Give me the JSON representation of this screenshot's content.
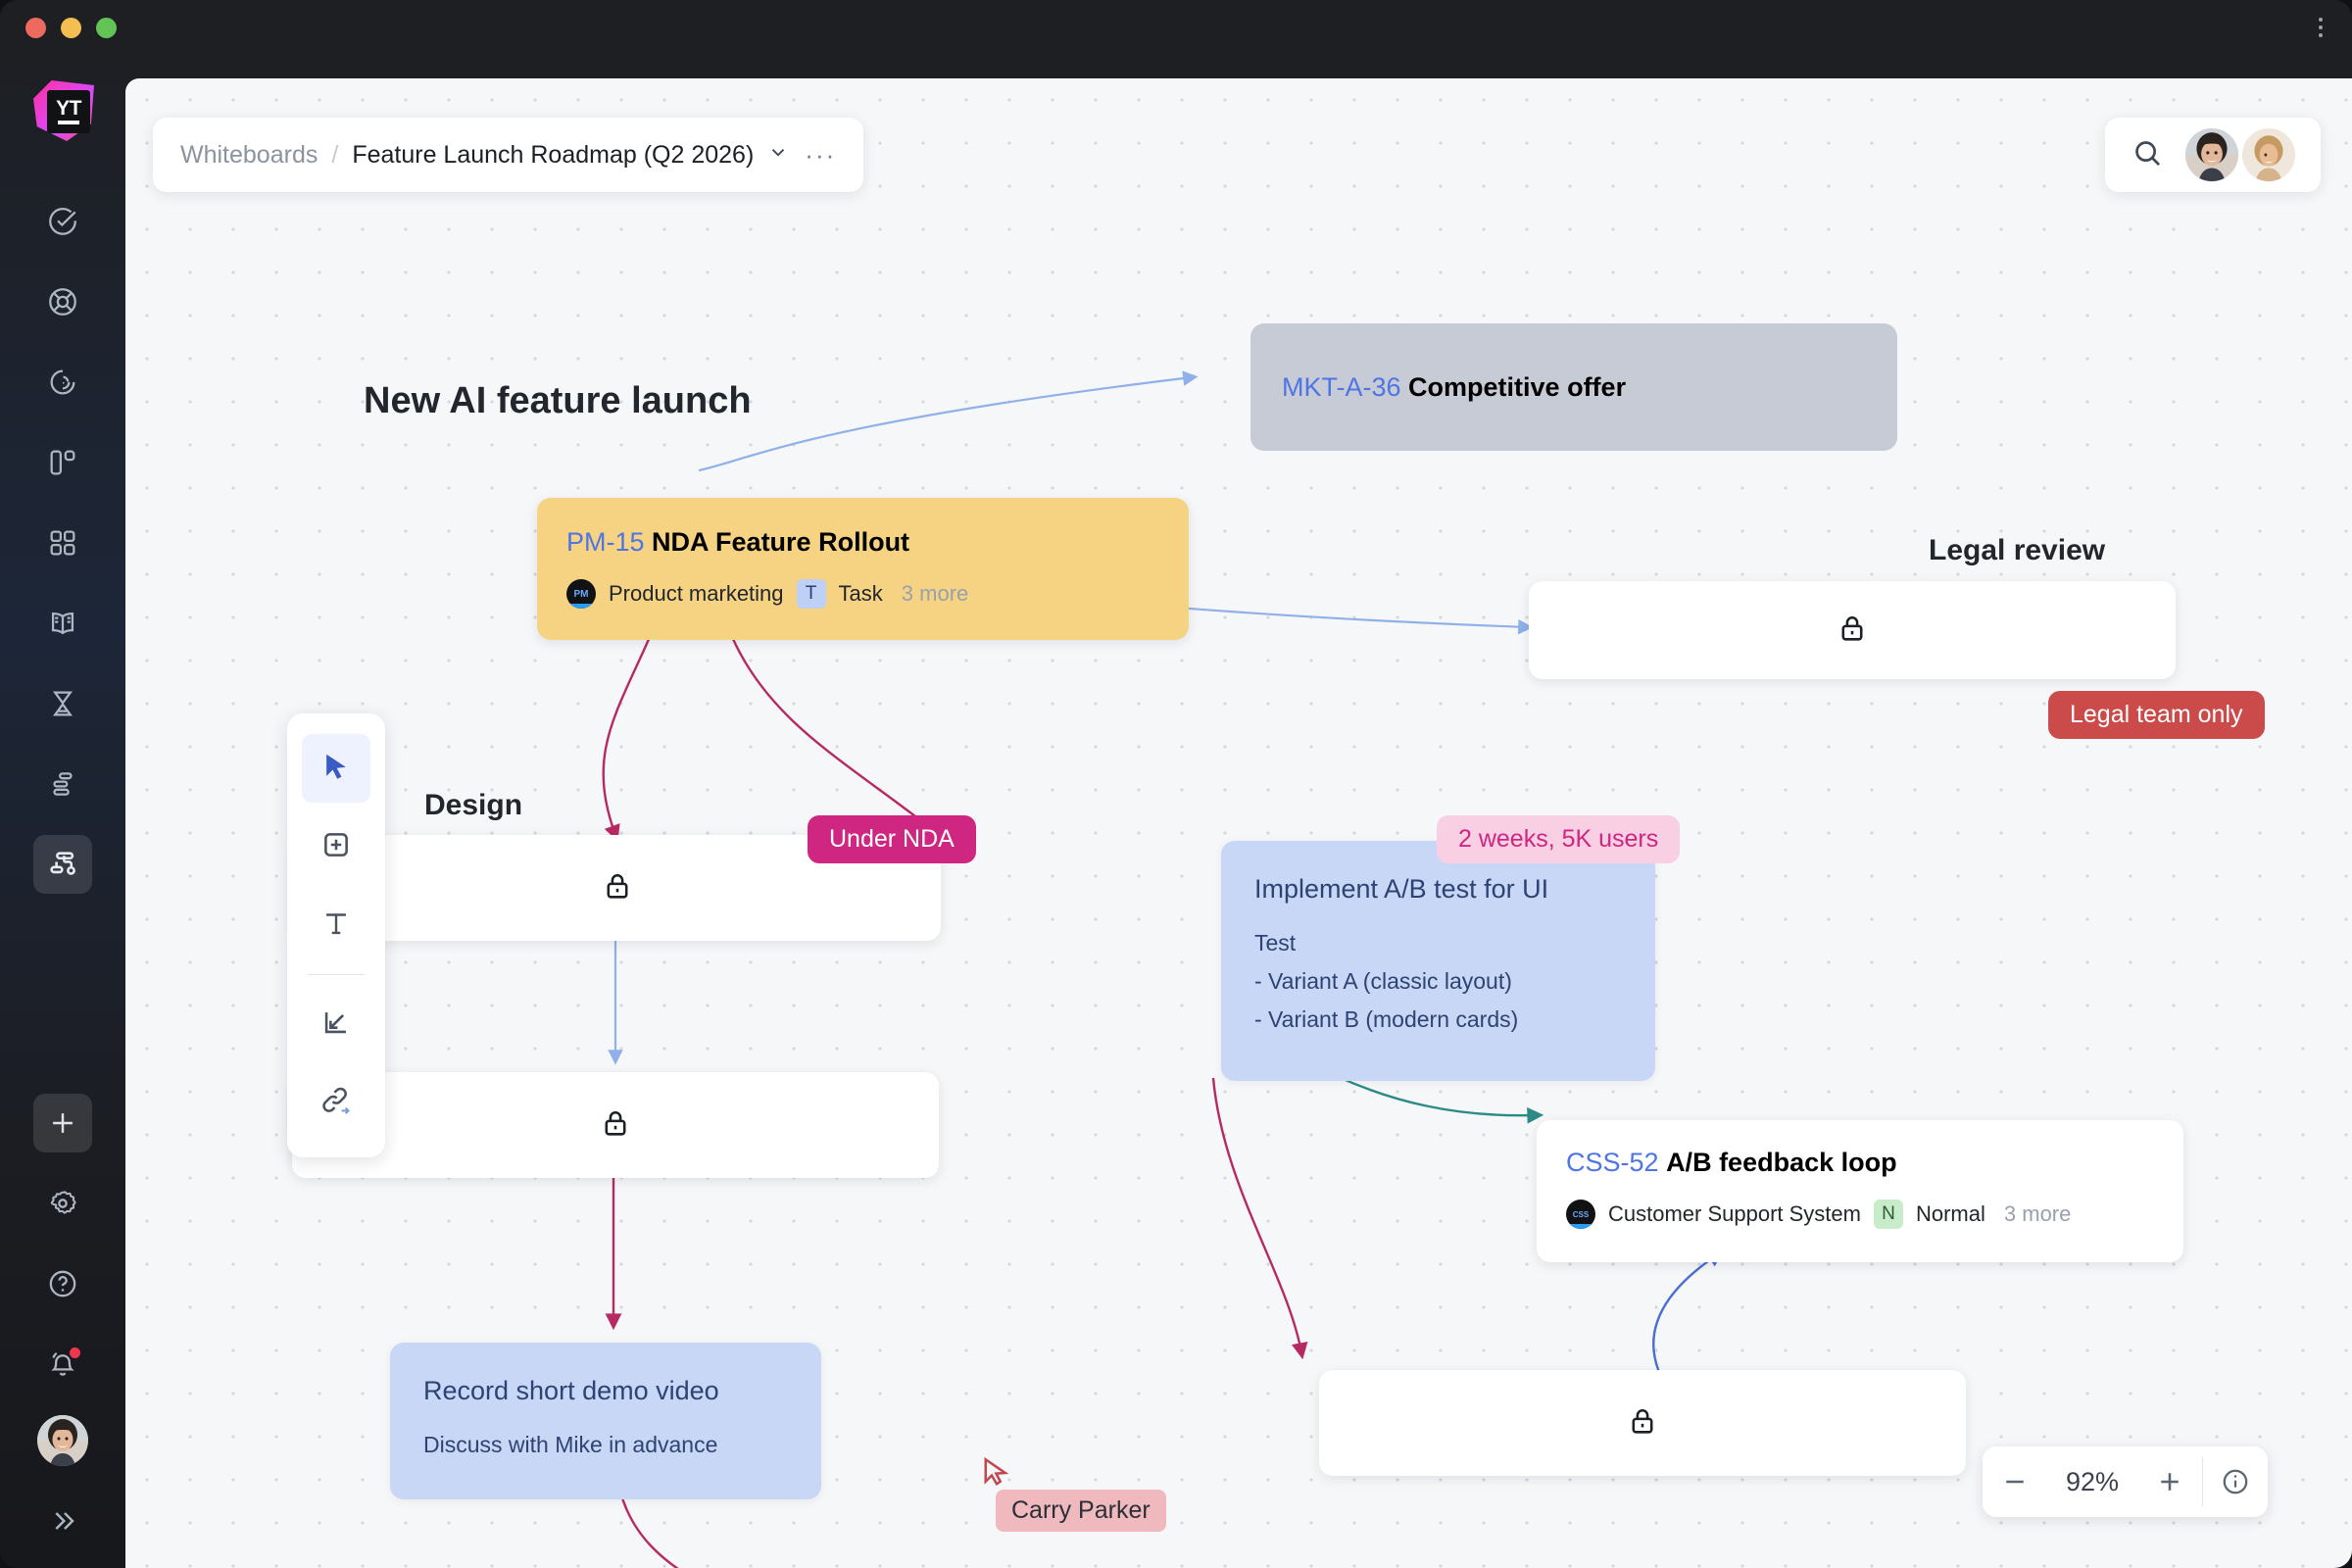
{
  "window": {
    "traffic_lights": [
      "close",
      "minimize",
      "maximize"
    ],
    "menu_icon": "kebab-vertical-icon"
  },
  "sidebar": {
    "logo": {
      "name": "youtrack-logo",
      "text": "YT"
    },
    "items": [
      {
        "icon": "check-circle-icon",
        "name": "issues",
        "active": false
      },
      {
        "icon": "lifebuoy-icon",
        "name": "helpdesk",
        "active": false
      },
      {
        "icon": "pulse-icon",
        "name": "reports",
        "active": false
      },
      {
        "icon": "board-icon",
        "name": "agile-boards",
        "active": false
      },
      {
        "icon": "grid-icon",
        "name": "dashboards",
        "active": false
      },
      {
        "icon": "book-icon",
        "name": "knowledge-base",
        "active": false
      },
      {
        "icon": "hourglass-icon",
        "name": "timesheets",
        "active": false
      },
      {
        "icon": "gantt-icon",
        "name": "gantt-charts",
        "active": false
      },
      {
        "icon": "whiteboard-icon",
        "name": "whiteboards",
        "active": true
      }
    ],
    "bottom_items": [
      {
        "icon": "plus-icon",
        "name": "create",
        "active": true
      },
      {
        "icon": "gear-icon",
        "name": "settings",
        "active": false
      },
      {
        "icon": "question-circle-icon",
        "name": "help",
        "active": false
      },
      {
        "icon": "bell-icon",
        "name": "notifications",
        "active": false,
        "has_badge": true
      }
    ],
    "avatar": "user-avatar",
    "expand_icon": "chevron-double-right-icon"
  },
  "header": {
    "breadcrumb_root": "Whiteboards",
    "breadcrumb_separator": "/",
    "breadcrumb_title": "Feature Launch Roadmap (Q2 2026)",
    "title_chevron": "chevron-down-icon",
    "more_menu": "···",
    "search_icon": "search-icon",
    "collaborators": [
      "avatar-1",
      "avatar-2"
    ]
  },
  "board": {
    "headings": [
      {
        "id": "main",
        "text": "New AI feature launch"
      },
      {
        "id": "design",
        "text": "Design"
      },
      {
        "id": "legal",
        "text": "Legal review"
      }
    ],
    "issue_cards": [
      {
        "id": "mkt",
        "key": "MKT-A-36",
        "summary": "Competitive offer",
        "background": "#c7cbd6",
        "has_meta": false
      },
      {
        "id": "pm15",
        "key": "PM-15",
        "summary": "NDA Feature Rollout",
        "background": "#f6d283",
        "has_meta": true,
        "project_avatar": "PM",
        "project": "Product marketing",
        "type_chip": "T",
        "type": "Task",
        "more": "3 more"
      },
      {
        "id": "css52",
        "key": "CSS-52",
        "summary": "A/B feedback loop",
        "background": "#ffffff",
        "has_meta": true,
        "project_avatar": "CSS",
        "project": "Customer Support System",
        "type_chip": "N",
        "type": "Normal",
        "more": "3 more"
      }
    ],
    "note_cards": [
      {
        "id": "ab-test",
        "title": "Implement A/B test for UI",
        "lines": [
          "Test",
          "- Variant A (classic layout)",
          "- Variant B (modern cards)"
        ],
        "background": "#c9d7f7",
        "text_color": "#2d4373"
      },
      {
        "id": "demo-video",
        "title": "Record short demo video",
        "lines": [
          "Discuss with Mike in advance"
        ],
        "background": "#c9d7f7",
        "text_color": "#2d4373"
      }
    ],
    "locked_cards": [
      {
        "id": "legal-locked",
        "lock_icon": "lock-icon"
      },
      {
        "id": "design-locked-1",
        "lock_icon": "lock-icon"
      },
      {
        "id": "design-locked-2",
        "lock_icon": "lock-icon"
      },
      {
        "id": "bottom-locked",
        "lock_icon": "lock-icon"
      }
    ],
    "badges": [
      {
        "id": "nda",
        "text": "Under NDA",
        "color": "#cf2682"
      },
      {
        "id": "legal-team",
        "text": "Legal team only",
        "color": "#cb4a4a"
      },
      {
        "id": "ab-metric",
        "text": "2 weeks, 5K users",
        "color": "#f9cfe3"
      }
    ],
    "cursor": {
      "label": "Carry Parker",
      "color": "#f0b9bd"
    }
  },
  "toolbar": {
    "tools": [
      {
        "name": "select-tool",
        "icon": "cursor-icon",
        "active": true
      },
      {
        "name": "add-card-tool",
        "icon": "plus-square-icon",
        "active": false
      },
      {
        "name": "text-tool",
        "icon": "text-icon",
        "active": false
      },
      {
        "name": "import-tool",
        "icon": "arrow-into-corner-icon",
        "active": false
      },
      {
        "name": "link-tool",
        "icon": "link-arrow-icon",
        "active": false
      }
    ]
  },
  "zoom_control": {
    "zoom_out": "—",
    "value": "92%",
    "zoom_in": "+",
    "info_icon": "info-circle-icon"
  }
}
